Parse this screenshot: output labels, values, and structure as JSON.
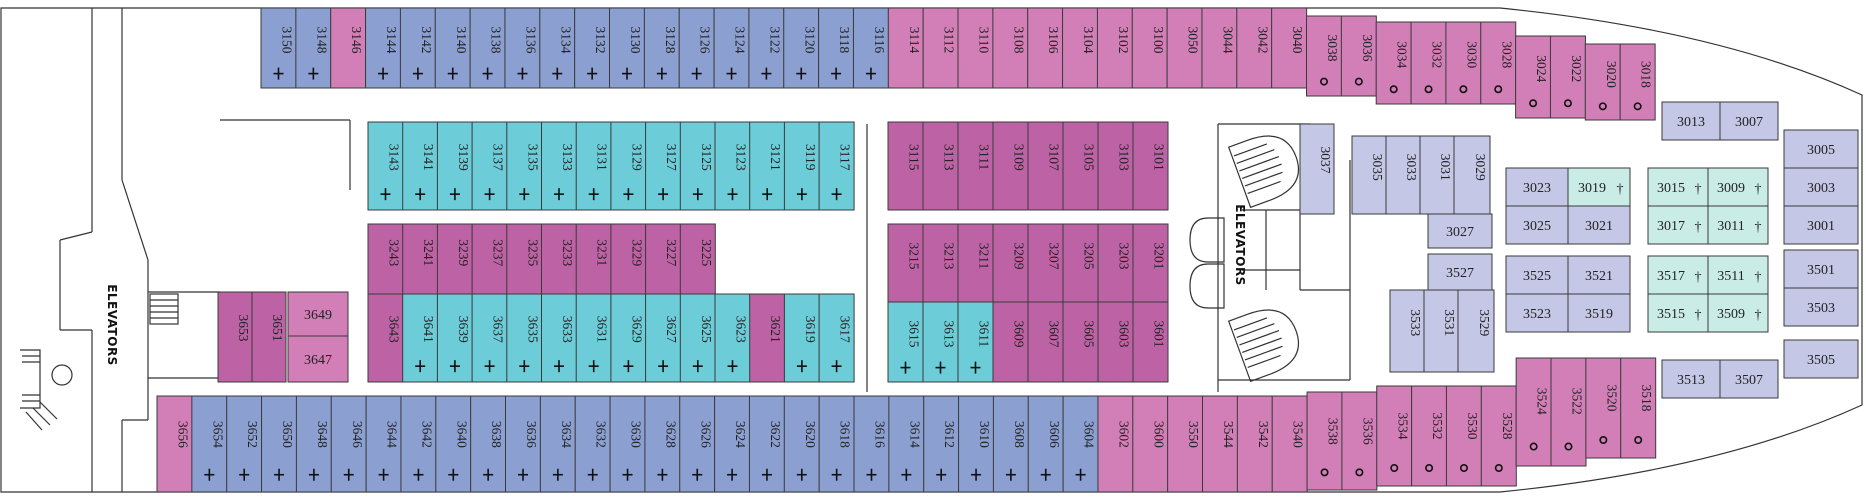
{
  "colors": {
    "blue": "#8b9fd1",
    "pink": "#d27fb8",
    "magenta": "#bd62a4",
    "teal": "#6ccdd8",
    "lavender": "#c4c8e6",
    "mint": "#c9ece6"
  },
  "icons": {
    "cross": "accessible-cross-icon",
    "dot": "circle-dot-icon"
  },
  "elevator_labels": {
    "aft": "ELEVATORS",
    "mid": "ELEVATORS"
  },
  "cabins": {
    "top_row": [
      {
        "n": "3150",
        "c": "blue",
        "i": "cross"
      },
      {
        "n": "3148",
        "c": "blue",
        "i": "cross"
      },
      {
        "n": "3146",
        "c": "pink",
        "i": ""
      },
      {
        "n": "3144",
        "c": "blue",
        "i": "cross"
      },
      {
        "n": "3142",
        "c": "blue",
        "i": "cross"
      },
      {
        "n": "3140",
        "c": "blue",
        "i": "cross"
      },
      {
        "n": "3138",
        "c": "blue",
        "i": "cross"
      },
      {
        "n": "3136",
        "c": "blue",
        "i": "cross"
      },
      {
        "n": "3134",
        "c": "blue",
        "i": "cross"
      },
      {
        "n": "3132",
        "c": "blue",
        "i": "cross"
      },
      {
        "n": "3130",
        "c": "blue",
        "i": "cross"
      },
      {
        "n": "3128",
        "c": "blue",
        "i": "cross"
      },
      {
        "n": "3126",
        "c": "blue",
        "i": "cross"
      },
      {
        "n": "3124",
        "c": "blue",
        "i": "cross"
      },
      {
        "n": "3122",
        "c": "blue",
        "i": "cross"
      },
      {
        "n": "3120",
        "c": "blue",
        "i": "cross"
      },
      {
        "n": "3118",
        "c": "blue",
        "i": "cross"
      },
      {
        "n": "3116",
        "c": "blue",
        "i": "cross"
      },
      {
        "n": "3114",
        "c": "pink",
        "i": ""
      },
      {
        "n": "3112",
        "c": "pink",
        "i": ""
      },
      {
        "n": "3110",
        "c": "pink",
        "i": ""
      },
      {
        "n": "3108",
        "c": "pink",
        "i": ""
      },
      {
        "n": "3106",
        "c": "pink",
        "i": ""
      },
      {
        "n": "3104",
        "c": "pink",
        "i": ""
      },
      {
        "n": "3102",
        "c": "pink",
        "i": ""
      },
      {
        "n": "3100",
        "c": "pink",
        "i": ""
      },
      {
        "n": "3050",
        "c": "pink",
        "i": ""
      },
      {
        "n": "3044",
        "c": "pink",
        "i": ""
      },
      {
        "n": "3042",
        "c": "pink",
        "i": ""
      },
      {
        "n": "3040",
        "c": "pink",
        "i": ""
      },
      {
        "n": "3038",
        "c": "pink",
        "i": "dot"
      },
      {
        "n": "3036",
        "c": "pink",
        "i": "dot"
      },
      {
        "n": "3034",
        "c": "pink",
        "i": "dot"
      },
      {
        "n": "3032",
        "c": "pink",
        "i": "dot"
      },
      {
        "n": "3030",
        "c": "pink",
        "i": "dot"
      },
      {
        "n": "3028",
        "c": "pink",
        "i": "dot"
      },
      {
        "n": "3024",
        "c": "pink",
        "i": "dot"
      },
      {
        "n": "3022",
        "c": "pink",
        "i": "dot"
      },
      {
        "n": "3020",
        "c": "pink",
        "i": "dot"
      },
      {
        "n": "3018",
        "c": "pink",
        "i": "dot"
      }
    ],
    "bottom_row": [
      {
        "n": "3656",
        "c": "pink",
        "i": ""
      },
      {
        "n": "3654",
        "c": "blue",
        "i": "cross"
      },
      {
        "n": "3652",
        "c": "blue",
        "i": "cross"
      },
      {
        "n": "3650",
        "c": "blue",
        "i": "cross"
      },
      {
        "n": "3648",
        "c": "blue",
        "i": "cross"
      },
      {
        "n": "3646",
        "c": "blue",
        "i": "cross"
      },
      {
        "n": "3644",
        "c": "blue",
        "i": "cross"
      },
      {
        "n": "3642",
        "c": "blue",
        "i": "cross"
      },
      {
        "n": "3640",
        "c": "blue",
        "i": "cross"
      },
      {
        "n": "3638",
        "c": "blue",
        "i": "cross"
      },
      {
        "n": "3636",
        "c": "blue",
        "i": "cross"
      },
      {
        "n": "3634",
        "c": "blue",
        "i": "cross"
      },
      {
        "n": "3632",
        "c": "blue",
        "i": "cross"
      },
      {
        "n": "3630",
        "c": "blue",
        "i": "cross"
      },
      {
        "n": "3628",
        "c": "blue",
        "i": "cross"
      },
      {
        "n": "3626",
        "c": "blue",
        "i": "cross"
      },
      {
        "n": "3624",
        "c": "blue",
        "i": "cross"
      },
      {
        "n": "3622",
        "c": "blue",
        "i": "cross"
      },
      {
        "n": "3620",
        "c": "blue",
        "i": "cross"
      },
      {
        "n": "3618",
        "c": "blue",
        "i": "cross"
      },
      {
        "n": "3616",
        "c": "blue",
        "i": "cross"
      },
      {
        "n": "3614",
        "c": "blue",
        "i": "cross"
      },
      {
        "n": "3612",
        "c": "blue",
        "i": "cross"
      },
      {
        "n": "3610",
        "c": "blue",
        "i": "cross"
      },
      {
        "n": "3608",
        "c": "blue",
        "i": "cross"
      },
      {
        "n": "3606",
        "c": "blue",
        "i": "cross"
      },
      {
        "n": "3604",
        "c": "blue",
        "i": "cross"
      },
      {
        "n": "3602",
        "c": "pink",
        "i": ""
      },
      {
        "n": "3600",
        "c": "pink",
        "i": ""
      },
      {
        "n": "3550",
        "c": "pink",
        "i": ""
      },
      {
        "n": "3544",
        "c": "pink",
        "i": ""
      },
      {
        "n": "3542",
        "c": "pink",
        "i": ""
      },
      {
        "n": "3540",
        "c": "pink",
        "i": ""
      },
      {
        "n": "3538",
        "c": "pink",
        "i": "dot"
      },
      {
        "n": "3536",
        "c": "pink",
        "i": "dot"
      },
      {
        "n": "3534",
        "c": "pink",
        "i": "dot"
      },
      {
        "n": "3532",
        "c": "pink",
        "i": "dot"
      },
      {
        "n": "3530",
        "c": "pink",
        "i": "dot"
      },
      {
        "n": "3528",
        "c": "pink",
        "i": "dot"
      },
      {
        "n": "3524",
        "c": "pink",
        "i": "dot"
      },
      {
        "n": "3522",
        "c": "pink",
        "i": "dot"
      },
      {
        "n": "3520",
        "c": "pink",
        "i": "dot"
      },
      {
        "n": "3518",
        "c": "pink",
        "i": "dot"
      }
    ],
    "inner_row_1": [
      {
        "n": "3143",
        "c": "teal",
        "i": "cross"
      },
      {
        "n": "3141",
        "c": "teal",
        "i": "cross"
      },
      {
        "n": "3139",
        "c": "teal",
        "i": "cross"
      },
      {
        "n": "3137",
        "c": "teal",
        "i": "cross"
      },
      {
        "n": "3135",
        "c": "teal",
        "i": "cross"
      },
      {
        "n": "3133",
        "c": "teal",
        "i": "cross"
      },
      {
        "n": "3131",
        "c": "teal",
        "i": "cross"
      },
      {
        "n": "3129",
        "c": "teal",
        "i": "cross"
      },
      {
        "n": "3127",
        "c": "teal",
        "i": "cross"
      },
      {
        "n": "3125",
        "c": "teal",
        "i": "cross"
      },
      {
        "n": "3123",
        "c": "teal",
        "i": "cross"
      },
      {
        "n": "3121",
        "c": "teal",
        "i": "cross"
      },
      {
        "n": "3119",
        "c": "teal",
        "i": "cross"
      },
      {
        "n": "3117",
        "c": "teal",
        "i": "cross"
      }
    ],
    "inner_row_2": [
      {
        "n": "3243",
        "c": "magenta",
        "i": ""
      },
      {
        "n": "3241",
        "c": "magenta",
        "i": ""
      },
      {
        "n": "3239",
        "c": "magenta",
        "i": ""
      },
      {
        "n": "3237",
        "c": "magenta",
        "i": ""
      },
      {
        "n": "3235",
        "c": "magenta",
        "i": ""
      },
      {
        "n": "3233",
        "c": "magenta",
        "i": ""
      },
      {
        "n": "3231",
        "c": "magenta",
        "i": ""
      },
      {
        "n": "3229",
        "c": "magenta",
        "i": ""
      },
      {
        "n": "3227",
        "c": "magenta",
        "i": ""
      },
      {
        "n": "3225",
        "c": "magenta",
        "i": ""
      }
    ],
    "inner_row_3": [
      {
        "n": "3643",
        "c": "magenta",
        "i": ""
      },
      {
        "n": "3641",
        "c": "teal",
        "i": "cross"
      },
      {
        "n": "3639",
        "c": "teal",
        "i": "cross"
      },
      {
        "n": "3637",
        "c": "teal",
        "i": "cross"
      },
      {
        "n": "3635",
        "c": "teal",
        "i": "cross"
      },
      {
        "n": "3633",
        "c": "teal",
        "i": "cross"
      },
      {
        "n": "3631",
        "c": "teal",
        "i": "cross"
      },
      {
        "n": "3629",
        "c": "teal",
        "i": "cross"
      },
      {
        "n": "3627",
        "c": "teal",
        "i": "cross"
      },
      {
        "n": "3625",
        "c": "teal",
        "i": "cross"
      },
      {
        "n": "3623",
        "c": "teal",
        "i": "cross"
      },
      {
        "n": "3621",
        "c": "magenta",
        "i": ""
      },
      {
        "n": "3619",
        "c": "teal",
        "i": "cross"
      },
      {
        "n": "3617",
        "c": "teal",
        "i": "cross"
      }
    ],
    "mid_row_1": [
      {
        "n": "3115",
        "c": "magenta",
        "i": ""
      },
      {
        "n": "3113",
        "c": "magenta",
        "i": ""
      },
      {
        "n": "3111",
        "c": "magenta",
        "i": ""
      },
      {
        "n": "3109",
        "c": "magenta",
        "i": ""
      },
      {
        "n": "3107",
        "c": "magenta",
        "i": ""
      },
      {
        "n": "3105",
        "c": "magenta",
        "i": ""
      },
      {
        "n": "3103",
        "c": "magenta",
        "i": ""
      },
      {
        "n": "3101",
        "c": "magenta",
        "i": ""
      }
    ],
    "mid_row_2": [
      {
        "n": "3215",
        "c": "magenta",
        "i": ""
      },
      {
        "n": "3213",
        "c": "magenta",
        "i": ""
      },
      {
        "n": "3211",
        "c": "magenta",
        "i": ""
      },
      {
        "n": "3209",
        "c": "magenta",
        "i": ""
      },
      {
        "n": "3207",
        "c": "magenta",
        "i": ""
      },
      {
        "n": "3205",
        "c": "magenta",
        "i": ""
      },
      {
        "n": "3203",
        "c": "magenta",
        "i": ""
      },
      {
        "n": "3201",
        "c": "magenta",
        "i": ""
      }
    ],
    "mid_row_3": [
      {
        "n": "3615",
        "c": "teal",
        "i": "cross"
      },
      {
        "n": "3613",
        "c": "teal",
        "i": "cross"
      },
      {
        "n": "3611",
        "c": "teal",
        "i": "cross"
      },
      {
        "n": "3609",
        "c": "magenta",
        "i": ""
      },
      {
        "n": "3607",
        "c": "magenta",
        "i": ""
      },
      {
        "n": "3605",
        "c": "magenta",
        "i": ""
      },
      {
        "n": "3603",
        "c": "magenta",
        "i": ""
      },
      {
        "n": "3601",
        "c": "magenta",
        "i": ""
      }
    ],
    "aft_small": [
      {
        "n": "3653",
        "c": "magenta",
        "i": ""
      },
      {
        "n": "3651",
        "c": "magenta",
        "i": ""
      }
    ],
    "aft_horizontal": [
      {
        "n": "3649",
        "c": "pink",
        "i": ""
      },
      {
        "n": "3647",
        "c": "pink",
        "i": ""
      }
    ],
    "fwd_vertical": [
      {
        "n": "3037",
        "c": "lavender",
        "i": ""
      },
      {
        "n": "3035",
        "c": "lavender",
        "i": ""
      },
      {
        "n": "3033",
        "c": "lavender",
        "i": ""
      },
      {
        "n": "3031",
        "c": "lavender",
        "i": ""
      },
      {
        "n": "3029",
        "c": "lavender",
        "i": ""
      },
      {
        "n": "3533",
        "c": "lavender",
        "i": ""
      },
      {
        "n": "3531",
        "c": "lavender",
        "i": ""
      },
      {
        "n": "3529",
        "c": "lavender",
        "i": ""
      }
    ],
    "fwd_horizontal": [
      {
        "n": "3027",
        "c": "lavender",
        "i": ""
      },
      {
        "n": "3527",
        "c": "lavender",
        "i": ""
      },
      {
        "n": "3023",
        "c": "lavender",
        "i": ""
      },
      {
        "n": "3019",
        "c": "mint",
        "i": "dagger"
      },
      {
        "n": "3025",
        "c": "lavender",
        "i": ""
      },
      {
        "n": "3021",
        "c": "lavender",
        "i": ""
      },
      {
        "n": "3525",
        "c": "lavender",
        "i": ""
      },
      {
        "n": "3521",
        "c": "lavender",
        "i": ""
      },
      {
        "n": "3523",
        "c": "lavender",
        "i": ""
      },
      {
        "n": "3519",
        "c": "lavender",
        "i": ""
      },
      {
        "n": "3015",
        "c": "mint",
        "i": "dagger"
      },
      {
        "n": "3009",
        "c": "mint",
        "i": "dagger"
      },
      {
        "n": "3017",
        "c": "mint",
        "i": "dagger"
      },
      {
        "n": "3011",
        "c": "mint",
        "i": "dagger"
      },
      {
        "n": "3517",
        "c": "mint",
        "i": "dagger"
      },
      {
        "n": "3511",
        "c": "mint",
        "i": "dagger"
      },
      {
        "n": "3515",
        "c": "mint",
        "i": "dagger"
      },
      {
        "n": "3509",
        "c": "mint",
        "i": "dagger"
      },
      {
        "n": "3013",
        "c": "lavender",
        "i": ""
      },
      {
        "n": "3007",
        "c": "lavender",
        "i": ""
      },
      {
        "n": "3513",
        "c": "lavender",
        "i": ""
      },
      {
        "n": "3507",
        "c": "lavender",
        "i": ""
      },
      {
        "n": "3005",
        "c": "lavender",
        "i": ""
      },
      {
        "n": "3003",
        "c": "lavender",
        "i": ""
      },
      {
        "n": "3001",
        "c": "lavender",
        "i": ""
      },
      {
        "n": "3501",
        "c": "lavender",
        "i": ""
      },
      {
        "n": "3503",
        "c": "lavender",
        "i": ""
      },
      {
        "n": "3505",
        "c": "lavender",
        "i": ""
      }
    ]
  }
}
